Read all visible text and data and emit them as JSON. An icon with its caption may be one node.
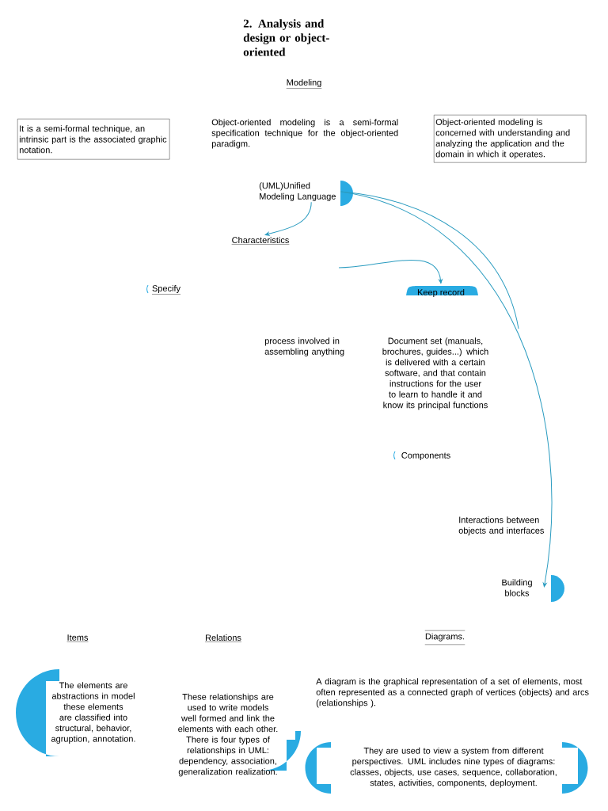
{
  "diagram": {
    "title": "2. Analysis and design or object-oriented",
    "nodes": [
      {
        "text": [
          "It is a semi-formal technique, an intrinsic part is the associated graphic notation."
        ]
      },
      {
        "text": [
          "Object-oriented modeling is concerned with understanding and analyzing the application and the domain in which it operates."
        ]
      },
      {
        "text": [
          "(UML)Unified Modeling Language"
        ]
      },
      {
        "text": [
          "Characteristics"
        ]
      },
      {
        "text": [
          "Keep record"
        ]
      },
      {
        "text": [
          "Building blocks"
        ]
      },
      {
        "text": [
          "The elements are abstractions in model these elements are classified into structural, behavior, agruption, annotation."
        ]
      },
      {
        "text": [
          "These relationships are used to write models well formed and link the elements with each other. There is four types of relationships in UML: dependency, association, generalization realization."
        ]
      },
      {
        "text": [
          "They are used to view a system from different perspectives. UML includes nine types of diagrams: classes, objects, use cases, sequence, collaboration, states, activities, components, deployment."
        ]
      }
    ],
    "edges": [
      {
        "from": 2,
        "to": 3,
        "arrow": "to"
      },
      {
        "from": null,
        "to": 4,
        "arrow": "to"
      },
      {
        "from": 2,
        "to": null,
        "arrow": "none"
      },
      {
        "from": 2,
        "to": 5,
        "arrow": "to"
      }
    ],
    "labels": [
      "Modeling",
      "Object-oriented modeling is a semi-formal specification technique for the object-oriented paradigm.",
      "Specify",
      "process involved in assembling anything",
      "Document set (manuals, brochures, guides...) which is delivered with a certain software, and that contain instructions for the user to learn to handle it and know its principal functions",
      "Components",
      "Interactions between objects and interfaces",
      "Items",
      "Relations",
      "Diagrams.",
      "A diagram is the graphical representation of a set of elements, most often represented as a connected graph of vertices (objects) and arcs (relationships )."
    ]
  }
}
